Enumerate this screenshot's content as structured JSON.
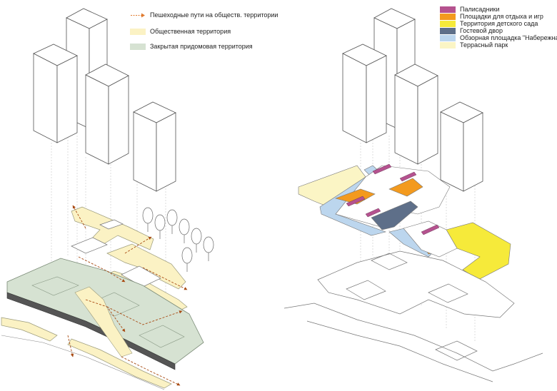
{
  "left_legend": {
    "items": [
      {
        "label": "Пешеходные пути на обществ. территории",
        "kind": "arrow",
        "color": "#e07a2e"
      },
      {
        "label": "Общественная территория",
        "kind": "fill",
        "color": "#fbf2c4"
      },
      {
        "label": "Закрытая придомовая территория",
        "kind": "fill",
        "color": "#d6e2d2"
      }
    ]
  },
  "right_legend": {
    "items": [
      {
        "label": "Палисадники",
        "color": "#b5528f"
      },
      {
        "label": "Площадки для отдыха и игр",
        "color": "#f39a1e"
      },
      {
        "label": "Территория детского сада",
        "color": "#f6ea3a"
      },
      {
        "label": "Гостевой двор",
        "color": "#5e6f89"
      },
      {
        "label": "Обзорная площадка \"Набережная\"",
        "color": "#bcd6ee"
      },
      {
        "label": "Террасный парк",
        "color": "#fbf5c5"
      }
    ]
  },
  "colors": {
    "public": "#fbf2c4",
    "private": "#d6e2d2",
    "path": "#e07a2e",
    "outline": "#6e6e6e",
    "edge_dark": "#444444"
  }
}
